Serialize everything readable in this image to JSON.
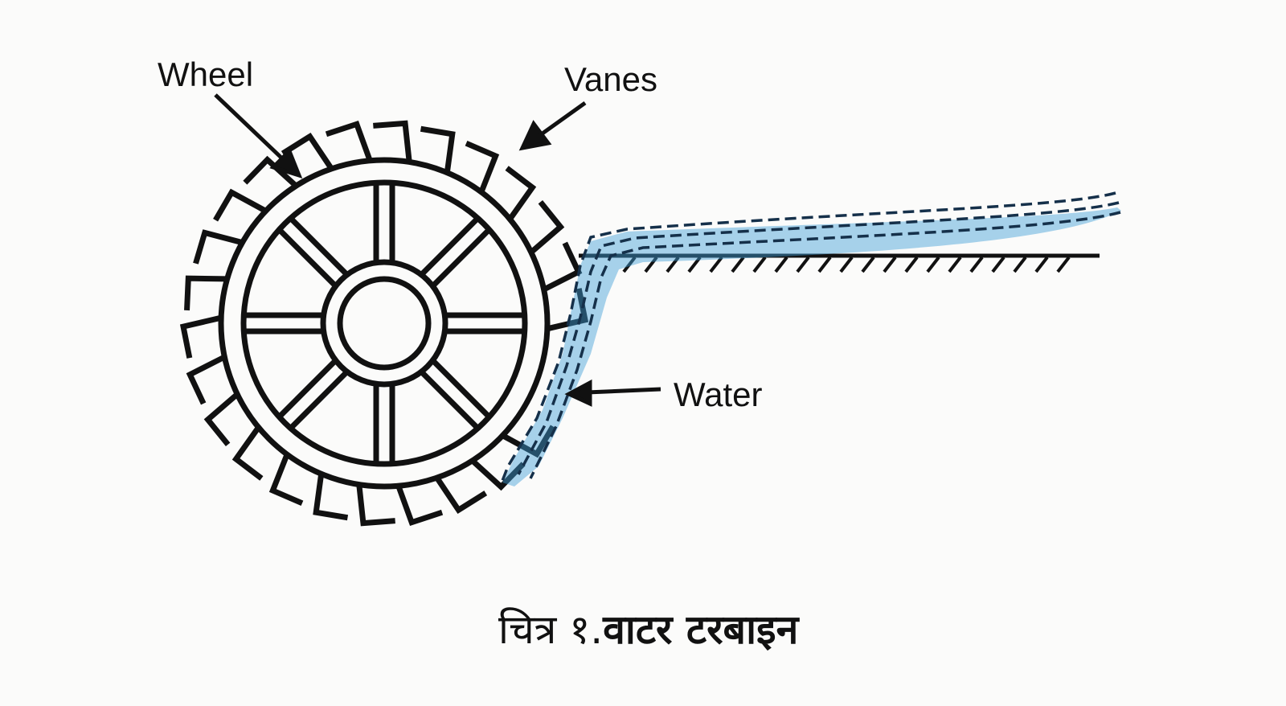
{
  "labels": {
    "wheel": "Wheel",
    "vanes": "Vanes",
    "water": "Water"
  },
  "caption": {
    "prefix": "चित्र १.",
    "title": "वाटर टरबाइन"
  },
  "colors": {
    "ink": "#111111",
    "water": "#3d9ed8",
    "background": "#fbfbfa"
  }
}
